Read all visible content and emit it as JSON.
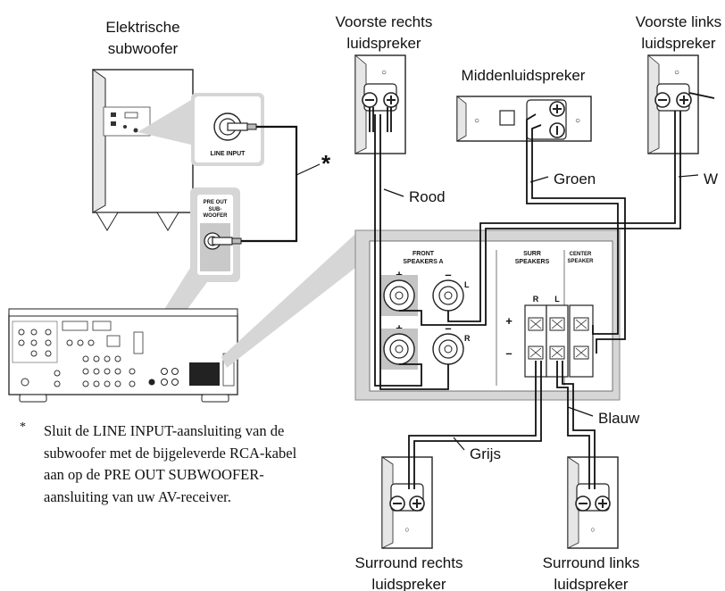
{
  "labels": {
    "subwoofer_line1": "Elektrische",
    "subwoofer_line2": "subwoofer",
    "front_right_line1": "Voorste rechts",
    "front_right_line2": "luidspreker",
    "front_left_line1": "Voorste links",
    "front_left_line2": "luidspreker",
    "center": "Middenluidspreker",
    "surround_right_line1": "Surround rechts",
    "surround_right_line2": "luidspreker",
    "surround_left_line1": "Surround links",
    "surround_left_line2": "luidspreker"
  },
  "wires": {
    "red": "Rood",
    "green": "Groen",
    "white": "W",
    "blue": "Blauw",
    "grey": "Grijs"
  },
  "panel": {
    "line_input": "LINE INPUT",
    "pre_out_1": "PRE OUT",
    "pre_out_2": "SUB-",
    "pre_out_3": "WOOFER",
    "front_1": "FRONT",
    "front_2": "SPEAKERS A",
    "surr_1": "SURR",
    "surr_2": "SPEAKERS",
    "center_1": "CENTER",
    "center_2": "SPEAKER",
    "L": "L",
    "R": "R",
    "plus": "+",
    "minus": "–"
  },
  "footnote": {
    "marker": "*",
    "text": "Sluit de LINE INPUT-aansluiting van de subwoofer met de bijgeleverde RCA-kabel aan op de PRE OUT SUBWOOFER-aansluiting van uw AV-receiver."
  },
  "cable_marker": "*"
}
